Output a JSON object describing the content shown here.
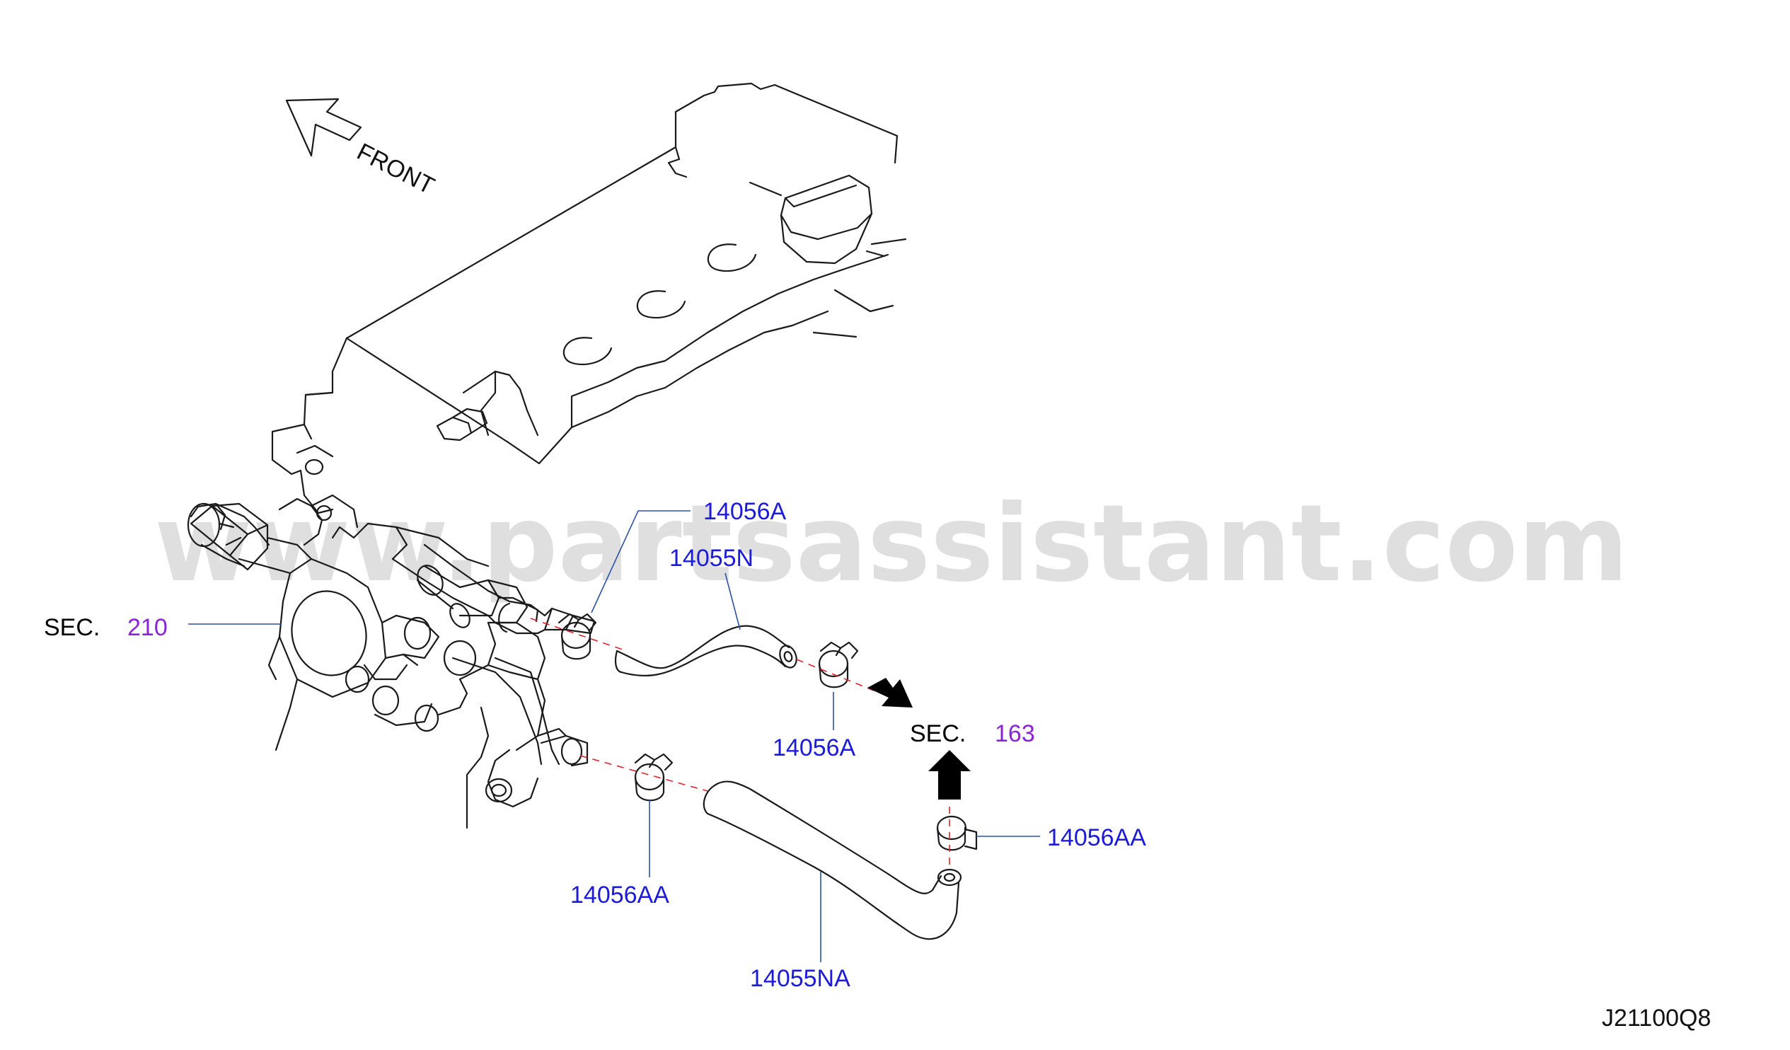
{
  "watermark": "www.partsassistant.com",
  "orientation": {
    "label": "FRONT"
  },
  "sections": [
    {
      "prefix": "SEC.",
      "number": "210"
    },
    {
      "prefix": "SEC.",
      "number": "163"
    }
  ],
  "parts": {
    "clamp_upper_left": "14056A",
    "hose_upper": "14055N",
    "clamp_upper_right": "14056A",
    "clamp_lower_left": "14056AA",
    "clamp_lower_right": "14056AA",
    "hose_lower": "14055NA"
  },
  "diagram_code": "J21100Q8",
  "colors": {
    "part_label": "#1c1cd8",
    "section_number": "#8b24d8",
    "leader_line": "#2a52a8",
    "dashed_connection": "#e0242a",
    "watermark": "#d9d9d9"
  }
}
